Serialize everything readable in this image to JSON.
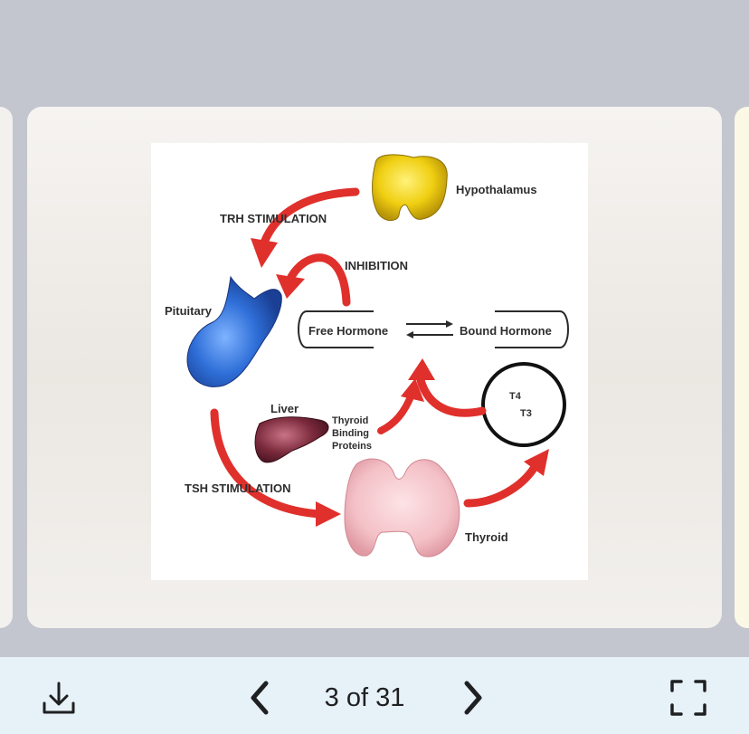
{
  "viewer": {
    "page_indicator": "3 of 31",
    "current_page": 3,
    "total_pages": 31
  },
  "toolbar": {
    "download_icon": "download-icon",
    "prev_icon": "chevron-left-icon",
    "next_icon": "chevron-right-icon",
    "fullscreen_icon": "fullscreen-icon"
  },
  "diagram": {
    "hypothalamus": "Hypothalamus",
    "trh": "TRH STIMULATION",
    "inhibition": "INHIBITION",
    "pituitary": "Pituitary",
    "free_hormone": "Free Hormone",
    "bound_hormone": "Bound Hormone",
    "t4": "T4",
    "t3": "T3",
    "liver": "Liver",
    "tbp_line1": "Thyroid",
    "tbp_line2": "Binding",
    "tbp_line3": "Proteins",
    "tsh": "TSH STIMULATION",
    "thyroid": "Thyroid"
  },
  "colors": {
    "background": "#c3c6ce",
    "toolbar": "#e7f1f8",
    "arrow": "#e0302c",
    "hypothalamus": "#f2d21c",
    "pituitary": "#2f6fd8",
    "liver": "#7a2a3c",
    "thyroid": "#f4c7cc"
  }
}
